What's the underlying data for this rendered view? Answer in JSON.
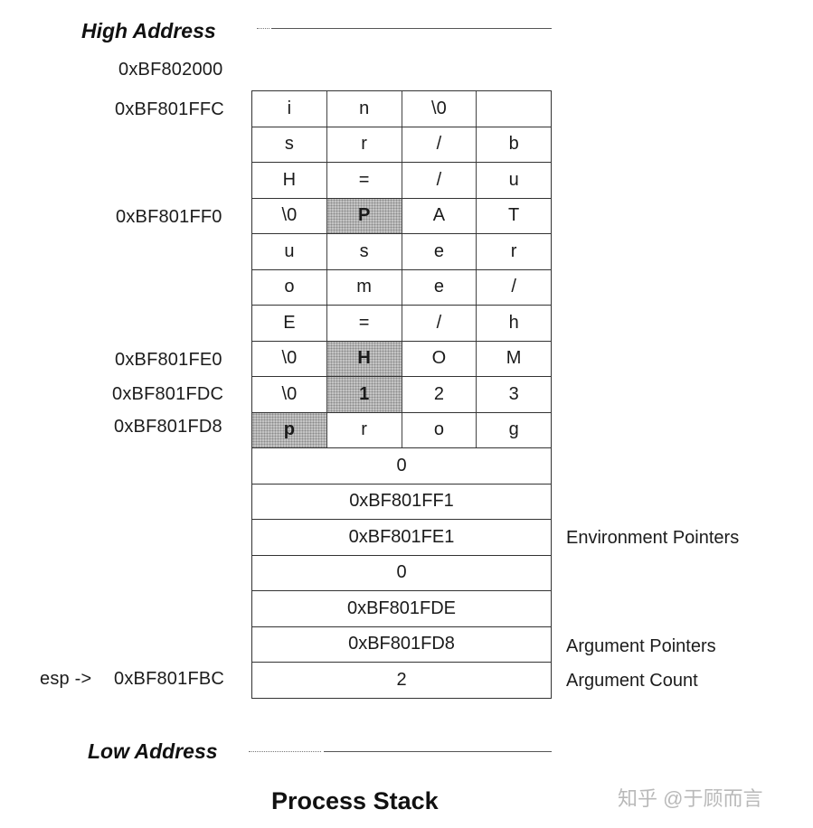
{
  "labels": {
    "high_address": "High Address",
    "low_address": "Low Address",
    "title": "Process Stack",
    "esp": "esp ->"
  },
  "addresses": {
    "a1": "0xBF802000",
    "a2": "0xBF801FFC",
    "a3": "0xBF801FF0",
    "a4": "0xBF801FE0",
    "a5": "0xBF801FDC",
    "a6": "0xBF801FD8",
    "a7": "0xBF801FBC"
  },
  "byte_rows": [
    [
      "i",
      "n",
      "\\0",
      ""
    ],
    [
      "s",
      "r",
      "/",
      "b"
    ],
    [
      "H",
      "=",
      "/",
      "u"
    ],
    [
      "\\0",
      "P",
      "A",
      "T"
    ],
    [
      "u",
      "s",
      "e",
      "r"
    ],
    [
      "o",
      "m",
      "e",
      "/"
    ],
    [
      "E",
      "=",
      "/",
      "h"
    ],
    [
      "\\0",
      "H",
      "O",
      "M"
    ],
    [
      "\\0",
      "1",
      "2",
      "3"
    ],
    [
      "p",
      "r",
      "o",
      "g"
    ]
  ],
  "shaded_cells": [
    [
      3,
      1
    ],
    [
      7,
      1
    ],
    [
      8,
      1
    ],
    [
      9,
      0
    ]
  ],
  "word_rows": [
    "0",
    "0xBF801FF1",
    "0xBF801FE1",
    "0",
    "0xBF801FDE",
    "0xBF801FD8",
    "2"
  ],
  "annotations": {
    "env": "Environment Pointers",
    "argp": "Argument Pointers",
    "argc": "Argument Count"
  },
  "watermark": "知乎 @于顾而言"
}
